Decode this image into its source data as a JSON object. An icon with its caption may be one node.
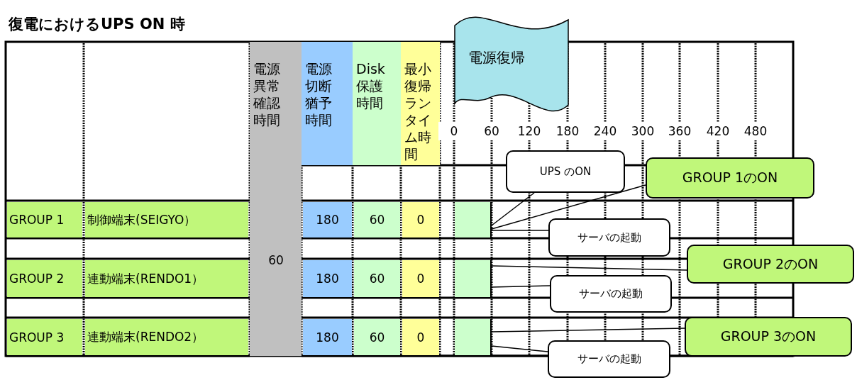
{
  "diagram": {
    "title": "復電におけるUPS ON 時",
    "nodes": [
      {
        "text": [
          "電源復帰"
        ]
      },
      {
        "text": [
          "UPS のON"
        ]
      },
      {
        "text": [
          "GROUP 1のON"
        ]
      },
      {
        "text": [
          "サーバの起動"
        ]
      },
      {
        "text": [
          "GROUP 2のON"
        ]
      },
      {
        "text": [
          "サーバの起動"
        ]
      },
      {
        "text": [
          "GROUP 3のON"
        ]
      },
      {
        "text": [
          "サーバの起動"
        ]
      },
      {
        "text": [],
        "shape": "bar"
      },
      {
        "text": [],
        "shape": "bar"
      },
      {
        "text": [],
        "shape": "bar"
      }
    ],
    "edges": [
      {
        "from": 1,
        "to": 8,
        "arrow": "none"
      },
      {
        "from": 2,
        "to": 8,
        "arrow": "none"
      },
      {
        "from": 3,
        "to": 8,
        "arrow": "none"
      },
      {
        "from": 4,
        "to": 9,
        "arrow": "none"
      },
      {
        "from": 5,
        "to": 9,
        "arrow": "none"
      },
      {
        "from": 6,
        "to": 10,
        "arrow": "none"
      },
      {
        "from": 7,
        "to": 10,
        "arrow": "none"
      }
    ],
    "labels": [
      "電源異常確認時間",
      "電源切断猶予時間",
      "Disk保護時間",
      "最小復帰ランタイム時間",
      "0",
      "60",
      "120",
      "180",
      "240",
      "300",
      "360",
      "420",
      "480",
      "GROUP 1",
      "制御端末(SEIGYO）",
      "60",
      "180",
      "60",
      "0",
      "GROUP 2",
      "連動端末(RENDO1）",
      "180",
      "60",
      "0",
      "GROUP 3",
      "連動端末(RENDO2）",
      "180",
      "60",
      "0"
    ]
  }
}
